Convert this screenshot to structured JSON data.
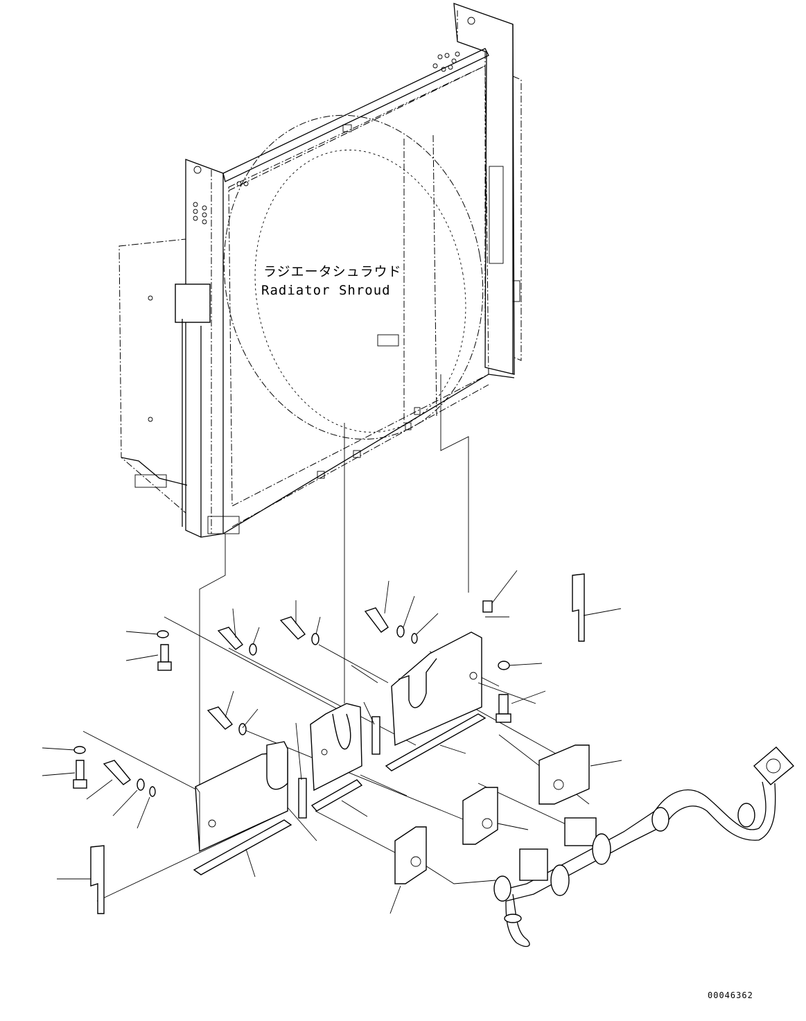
{
  "diagram": {
    "label_jp": "ラジエータシュラウド",
    "label_en": "Radiator Shroud",
    "drawing_number": "00046362"
  },
  "parts": [
    "radiator-shroud",
    "lower-bracket-left",
    "lower-bracket-center",
    "lower-bracket-right",
    "bolt",
    "washer",
    "spring-washer",
    "spacer-bar",
    "rubber-cushion",
    "rubber-block",
    "vertical-strip",
    "hose-assembly"
  ]
}
